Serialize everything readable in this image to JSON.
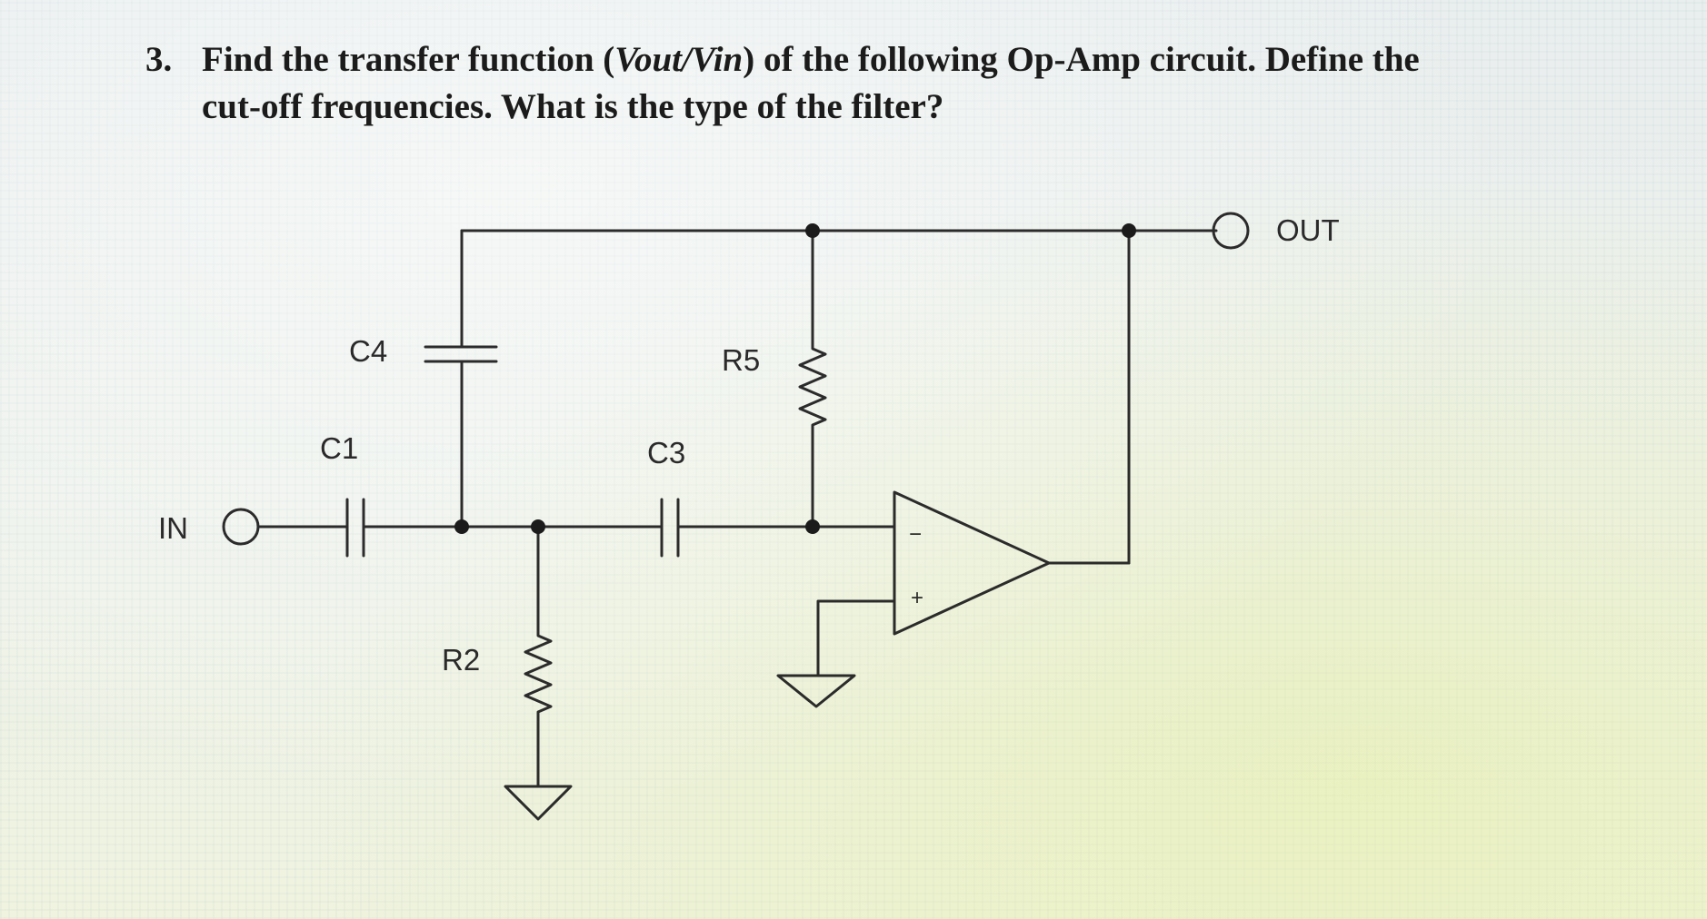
{
  "question": {
    "number": "3.",
    "text_before": "Find the transfer function (",
    "formula": "Vout/Vin",
    "text_after": ") of the following Op-Amp circuit. Define the",
    "line2": "cut-off frequencies. What is the type of the filter?"
  },
  "circuit": {
    "terminals": {
      "input": "IN",
      "output": "OUT"
    },
    "components": {
      "c1": "C1",
      "c3": "C3",
      "c4": "C4",
      "r2": "R2",
      "r5": "R5"
    },
    "opamp": {
      "inverting": "−",
      "noninverting": "+"
    },
    "colors": {
      "wire": "#2b2b2b",
      "text": "#1b1b1b"
    }
  }
}
